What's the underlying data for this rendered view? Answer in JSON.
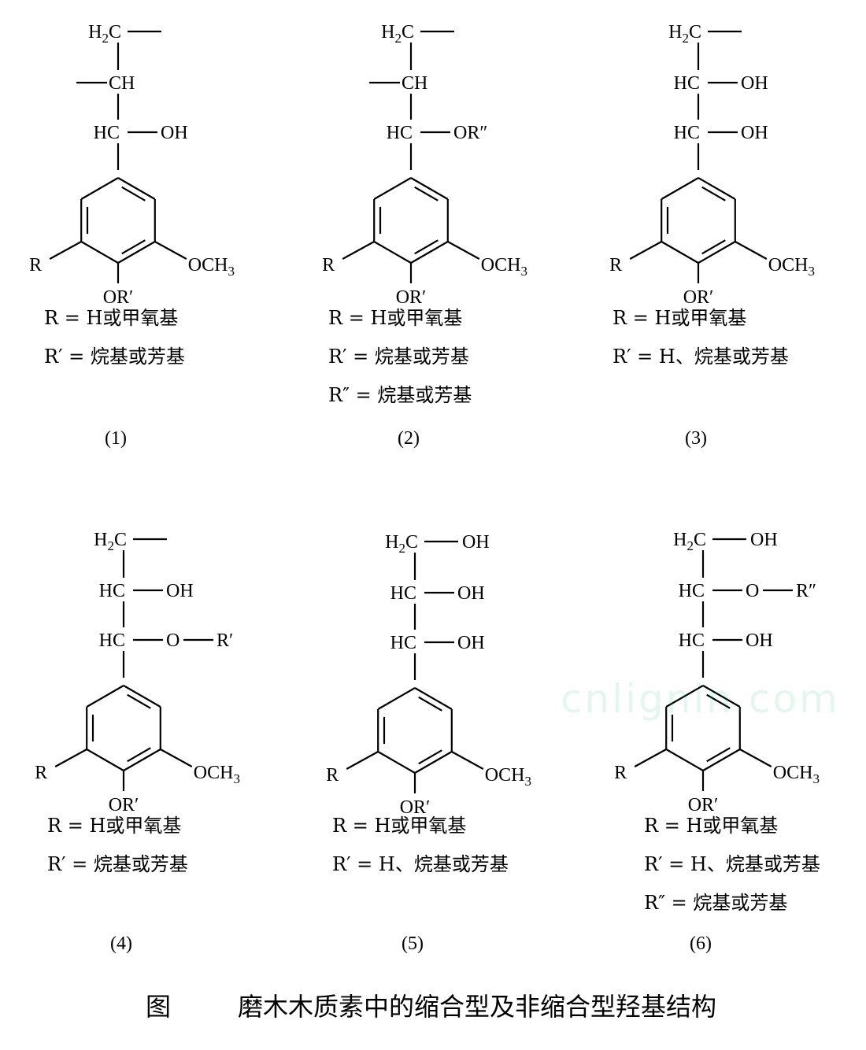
{
  "figure": {
    "caption_label": "图",
    "caption_text": "磨木木质素中的缩合型及非缩合型羟基结构",
    "watermark": "cnlignin.com"
  },
  "structures": [
    {
      "number": "(1)",
      "top": "H2C",
      "alpha": "HC",
      "alpha_sub": "OH",
      "beta": "CH",
      "legend": [
        "R = H或甲氧基",
        "R′ = 烷基或芳基"
      ]
    },
    {
      "number": "(2)",
      "top": "H2C",
      "alpha": "HC",
      "alpha_sub": "OR″",
      "beta": "CH",
      "legend": [
        "R = H或甲氧基",
        "R′ = 烷基或芳基",
        "R″ = 烷基或芳基"
      ]
    },
    {
      "number": "(3)",
      "top": "H2C",
      "alpha": "HC",
      "alpha_sub": "OH",
      "beta": "HC",
      "beta_sub": "OH",
      "legend": [
        "R = H或甲氧基",
        "R′ = H、烷基或芳基"
      ]
    },
    {
      "number": "(4)",
      "top": "H2C",
      "alpha": "HC",
      "alpha_sub": "O",
      "alpha_sub2": "R′",
      "beta": "HC",
      "beta_sub": "OH",
      "legend": [
        "R = H或甲氧基",
        "R′ = 烷基或芳基"
      ]
    },
    {
      "number": "(5)",
      "top": "H2C",
      "top_sub": "OH",
      "alpha": "HC",
      "alpha_sub": "OH",
      "beta": "HC",
      "beta_sub": "OH",
      "legend": [
        "R = H或甲氧基",
        "R′ = H、烷基或芳基"
      ]
    },
    {
      "number": "(6)",
      "top": "H2C",
      "top_sub": "OH",
      "alpha": "HC",
      "alpha_sub": "OH",
      "beta": "HC",
      "beta_sub": "O",
      "beta_sub2": "R″",
      "legend": [
        "R = H或甲氧基",
        "R′ = H、烷基或芳基",
        "R″ = 烷基或芳基"
      ]
    }
  ],
  "ring_labels": {
    "r": "R",
    "ome": "OCH",
    "ome_sub": "3",
    "or": "OR′"
  }
}
